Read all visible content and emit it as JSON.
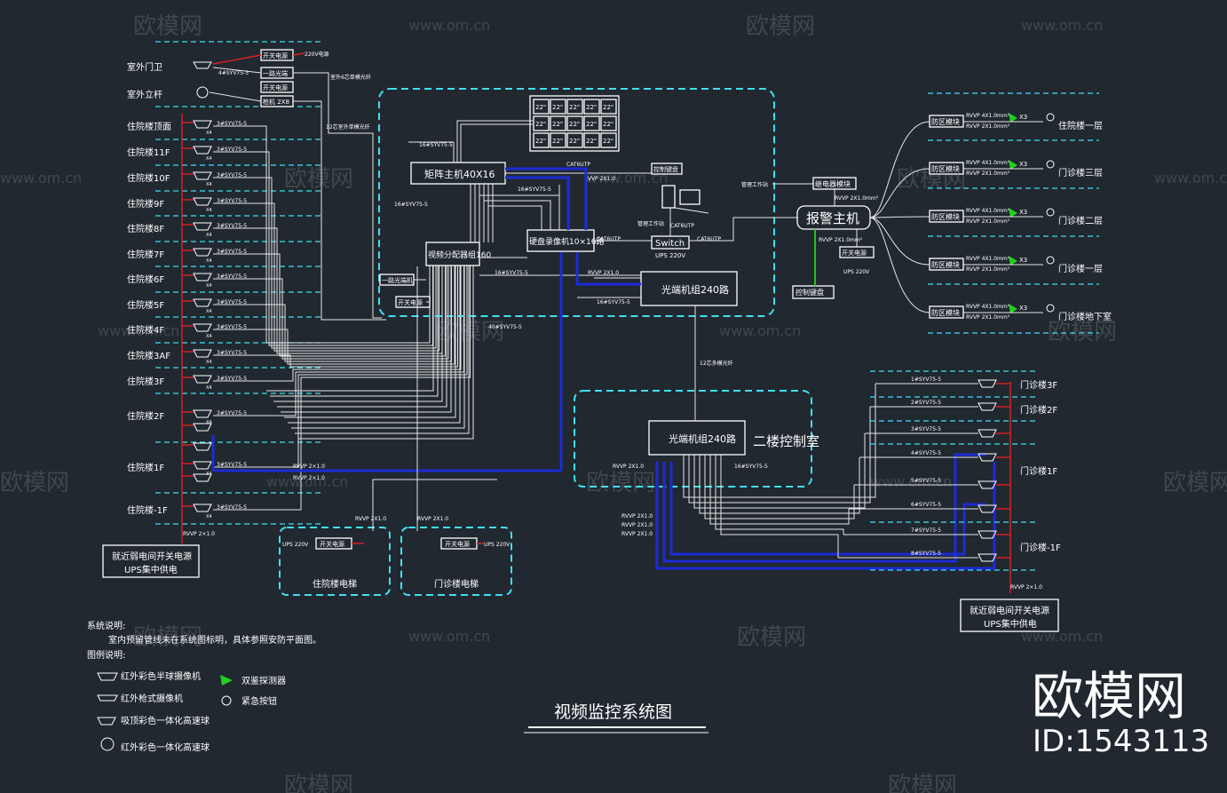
{
  "title": "视频监控系统图",
  "watermark": {
    "brand": "欧模网",
    "url": "www.om.cn",
    "big_brand": "欧模网",
    "id": "ID:1543113"
  },
  "left": {
    "outdoor_gate": "室外门卫",
    "outdoor_standing": "室外立杆",
    "power_note": "220V电源",
    "switch_power": "开关电源",
    "one_wire_encoder": "一路光端",
    "bullet_cam_label": "枪机 2X8",
    "cable_small": "4#SYV75-5",
    "outdoor_fiber_note": "室外6芯单模光纤",
    "fiber_12": "12芯室外单模光纤",
    "floors": [
      "住院楼顶面",
      "住院楼11F",
      "住院楼10F",
      "住院楼9F",
      "住院楼8F",
      "住院楼7F",
      "住院楼6F",
      "住院楼5F",
      "住院楼4F",
      "住院楼3AF",
      "住院楼3F",
      "住院楼2F",
      "住院楼1F",
      "住院楼-1F"
    ],
    "cable_label": "3#SYV75-5",
    "rvvp_label": "RVVP 2×1.0",
    "power_box": [
      "就近弱电间开关电源",
      "UPS集中供电"
    ]
  },
  "center": {
    "tv_cells": [
      "22\"",
      "22\"",
      "22\"",
      "22\"",
      "22\"",
      "22\"",
      "22\"",
      "22\"",
      "22\"",
      "22\"",
      "22\"",
      "22\"",
      "22\"",
      "22\"",
      "22\""
    ],
    "matrix": "矩阵主机40X16",
    "keyboard": "控制键盘",
    "splitter": "视频分配器组160",
    "dvr": "硬盘录像机10×16路",
    "switch": "Switch",
    "ups": "UPS 220V",
    "workstation": "管理工作站",
    "fiber_main": "光端机组240路",
    "cat6": "CAT6UTP",
    "rvvp": "RVVP 2X1.0",
    "one_input": "一路光端机",
    "power_2": "开关电源",
    "cable_16": "16#SYV75-5",
    "cable_40": "40#SYV75-5",
    "fiber_12": "12芯多模光纤"
  },
  "alarm": {
    "host": "报警主机",
    "relay": "继电器模块",
    "control_kb": "控制键盘",
    "switch_power": "开关电源",
    "ups": "UPS 220V",
    "rvvp": "RVVP 2X1.0mm²",
    "zone": "防区模块",
    "zones": [
      "住院楼一层",
      "门诊楼三层",
      "门诊楼二层",
      "门诊楼一层",
      "门诊楼地下室"
    ],
    "cable_zone": "RVVP 4X1.0mm²",
    "x3": "X3"
  },
  "lower": {
    "fiber_box": "光端机组240路",
    "room": "二楼控制室",
    "elevator_left": "住院楼电梯",
    "elevator_right": "门诊楼电梯",
    "ups_left": "UPS 220V",
    "switch_power": "开关电源",
    "elevator_cable": "RVVP 2X1.0",
    "cables_right": [
      "1#SYV75-5",
      "2#SYV75-5",
      "3#SYV75-5",
      "4#SYV75-5",
      "5#SYV75-5",
      "6#SYV75-5",
      "7#SYV75-5",
      "8#SYV75-5"
    ],
    "floors_right": [
      "门诊楼3F",
      "门诊楼2F",
      "门诊楼1F",
      "门诊楼-1F"
    ],
    "power_box": [
      "就近弱电间开关电源",
      "UPS集中供电"
    ]
  },
  "notes": {
    "sys_title": "系统说明:",
    "sys_line": "室内预留管线未在系统图标明，具体参照安防平面图。",
    "legend_title": "图例说明:",
    "legend": [
      "红外彩色半球摄像机",
      "红外枪式摄像机",
      "吸顶彩色一体化高速球",
      "红外彩色一体化高速球"
    ],
    "legend_right": [
      "双鉴探测器",
      "紧急按钮"
    ]
  }
}
